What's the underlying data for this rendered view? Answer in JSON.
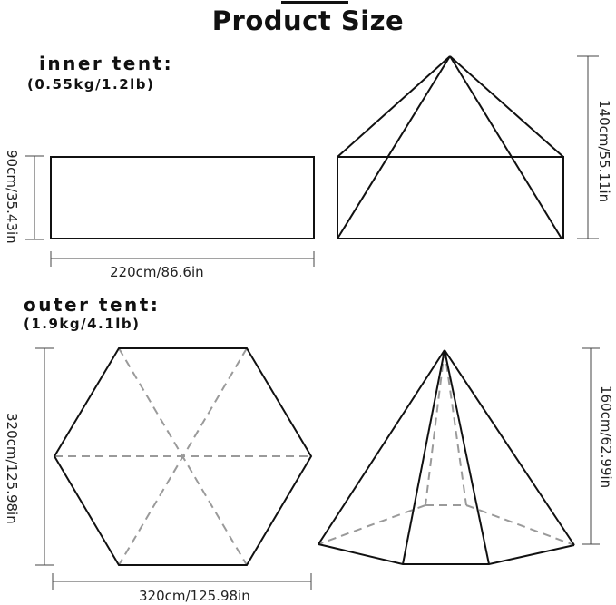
{
  "title": "Product Size",
  "inner_tent": {
    "label": "inner tent:",
    "weight": "(0.55kg/1.2lb)",
    "width_dim": "220cm/86.6in",
    "depth_dim": "90cm/35.43in",
    "height_dim": "140cm/55.11in"
  },
  "outer_tent": {
    "label": "outer tent:",
    "weight": "(1.9kg/4.1lb)",
    "width_dim": "320cm/125.98in",
    "depth_dim": "320cm/125.98in",
    "height_dim": "160cm/62.99in"
  },
  "colors": {
    "line": "#111111",
    "dashed": "#9a9a9a",
    "dim_line": "#444444"
  }
}
